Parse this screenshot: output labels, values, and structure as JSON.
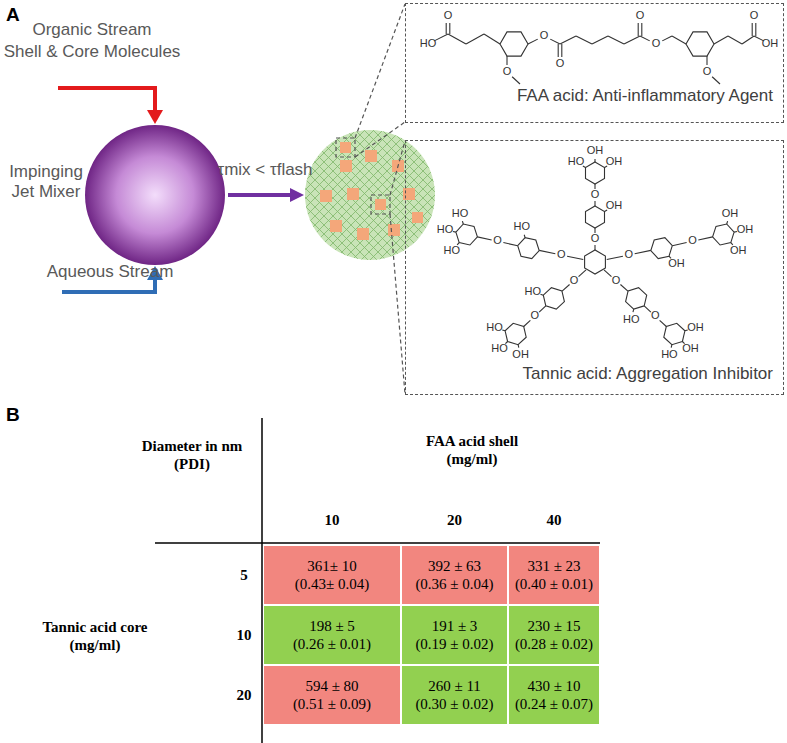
{
  "diagram": {
    "nodes": [
      {
        "text": [
          "FAA acid: Anti-inflammatory Agent"
        ]
      },
      {
        "text": [
          "Tannic acid: Aggregation Inhibitor"
        ]
      }
    ],
    "labels": [
      "A",
      "Organic Stream",
      "Shell & Core Molecules",
      "Impinging Jet Mixer",
      "Aqueous Stream",
      "τmix < τflash",
      "HO",
      "O",
      "O",
      "O",
      "O",
      "O",
      "O",
      "O",
      "O",
      "OH",
      "HO",
      "OH",
      "OH",
      "OH",
      "O",
      "O",
      "OH",
      "OH",
      "OH",
      "OH",
      "O",
      "O",
      "OH",
      "OH",
      "HO",
      "HO",
      "O",
      "O",
      "OH",
      "HO",
      "HO",
      "HO",
      "O",
      "O",
      "HO",
      "HO",
      "HO",
      "HO",
      "O",
      "O",
      "B",
      "Diameter in nm (PDI)",
      "FAA acid shell (mg/ml)",
      "10",
      "20",
      "40",
      "Tannic acid core (mg/ml)",
      "5",
      "10",
      "20",
      "361± 10",
      "(0.43± 0.04)",
      "392 ± 63",
      "(0.36 ± 0.04)",
      "331 ± 23",
      "(0.40 ± 0.01)",
      "198 ± 5",
      "(0.26 ± 0.01)",
      "191 ± 3",
      "(0.19 ± 0.02)",
      "230 ± 15",
      "(0.28 ± 0.02)",
      "594 ± 80",
      "(0.51 ± 0.09)",
      "260 ± 11",
      "(0.30 ± 0.02)",
      "430 ± 10",
      "(0.24 ± 0.07)"
    ]
  }
}
